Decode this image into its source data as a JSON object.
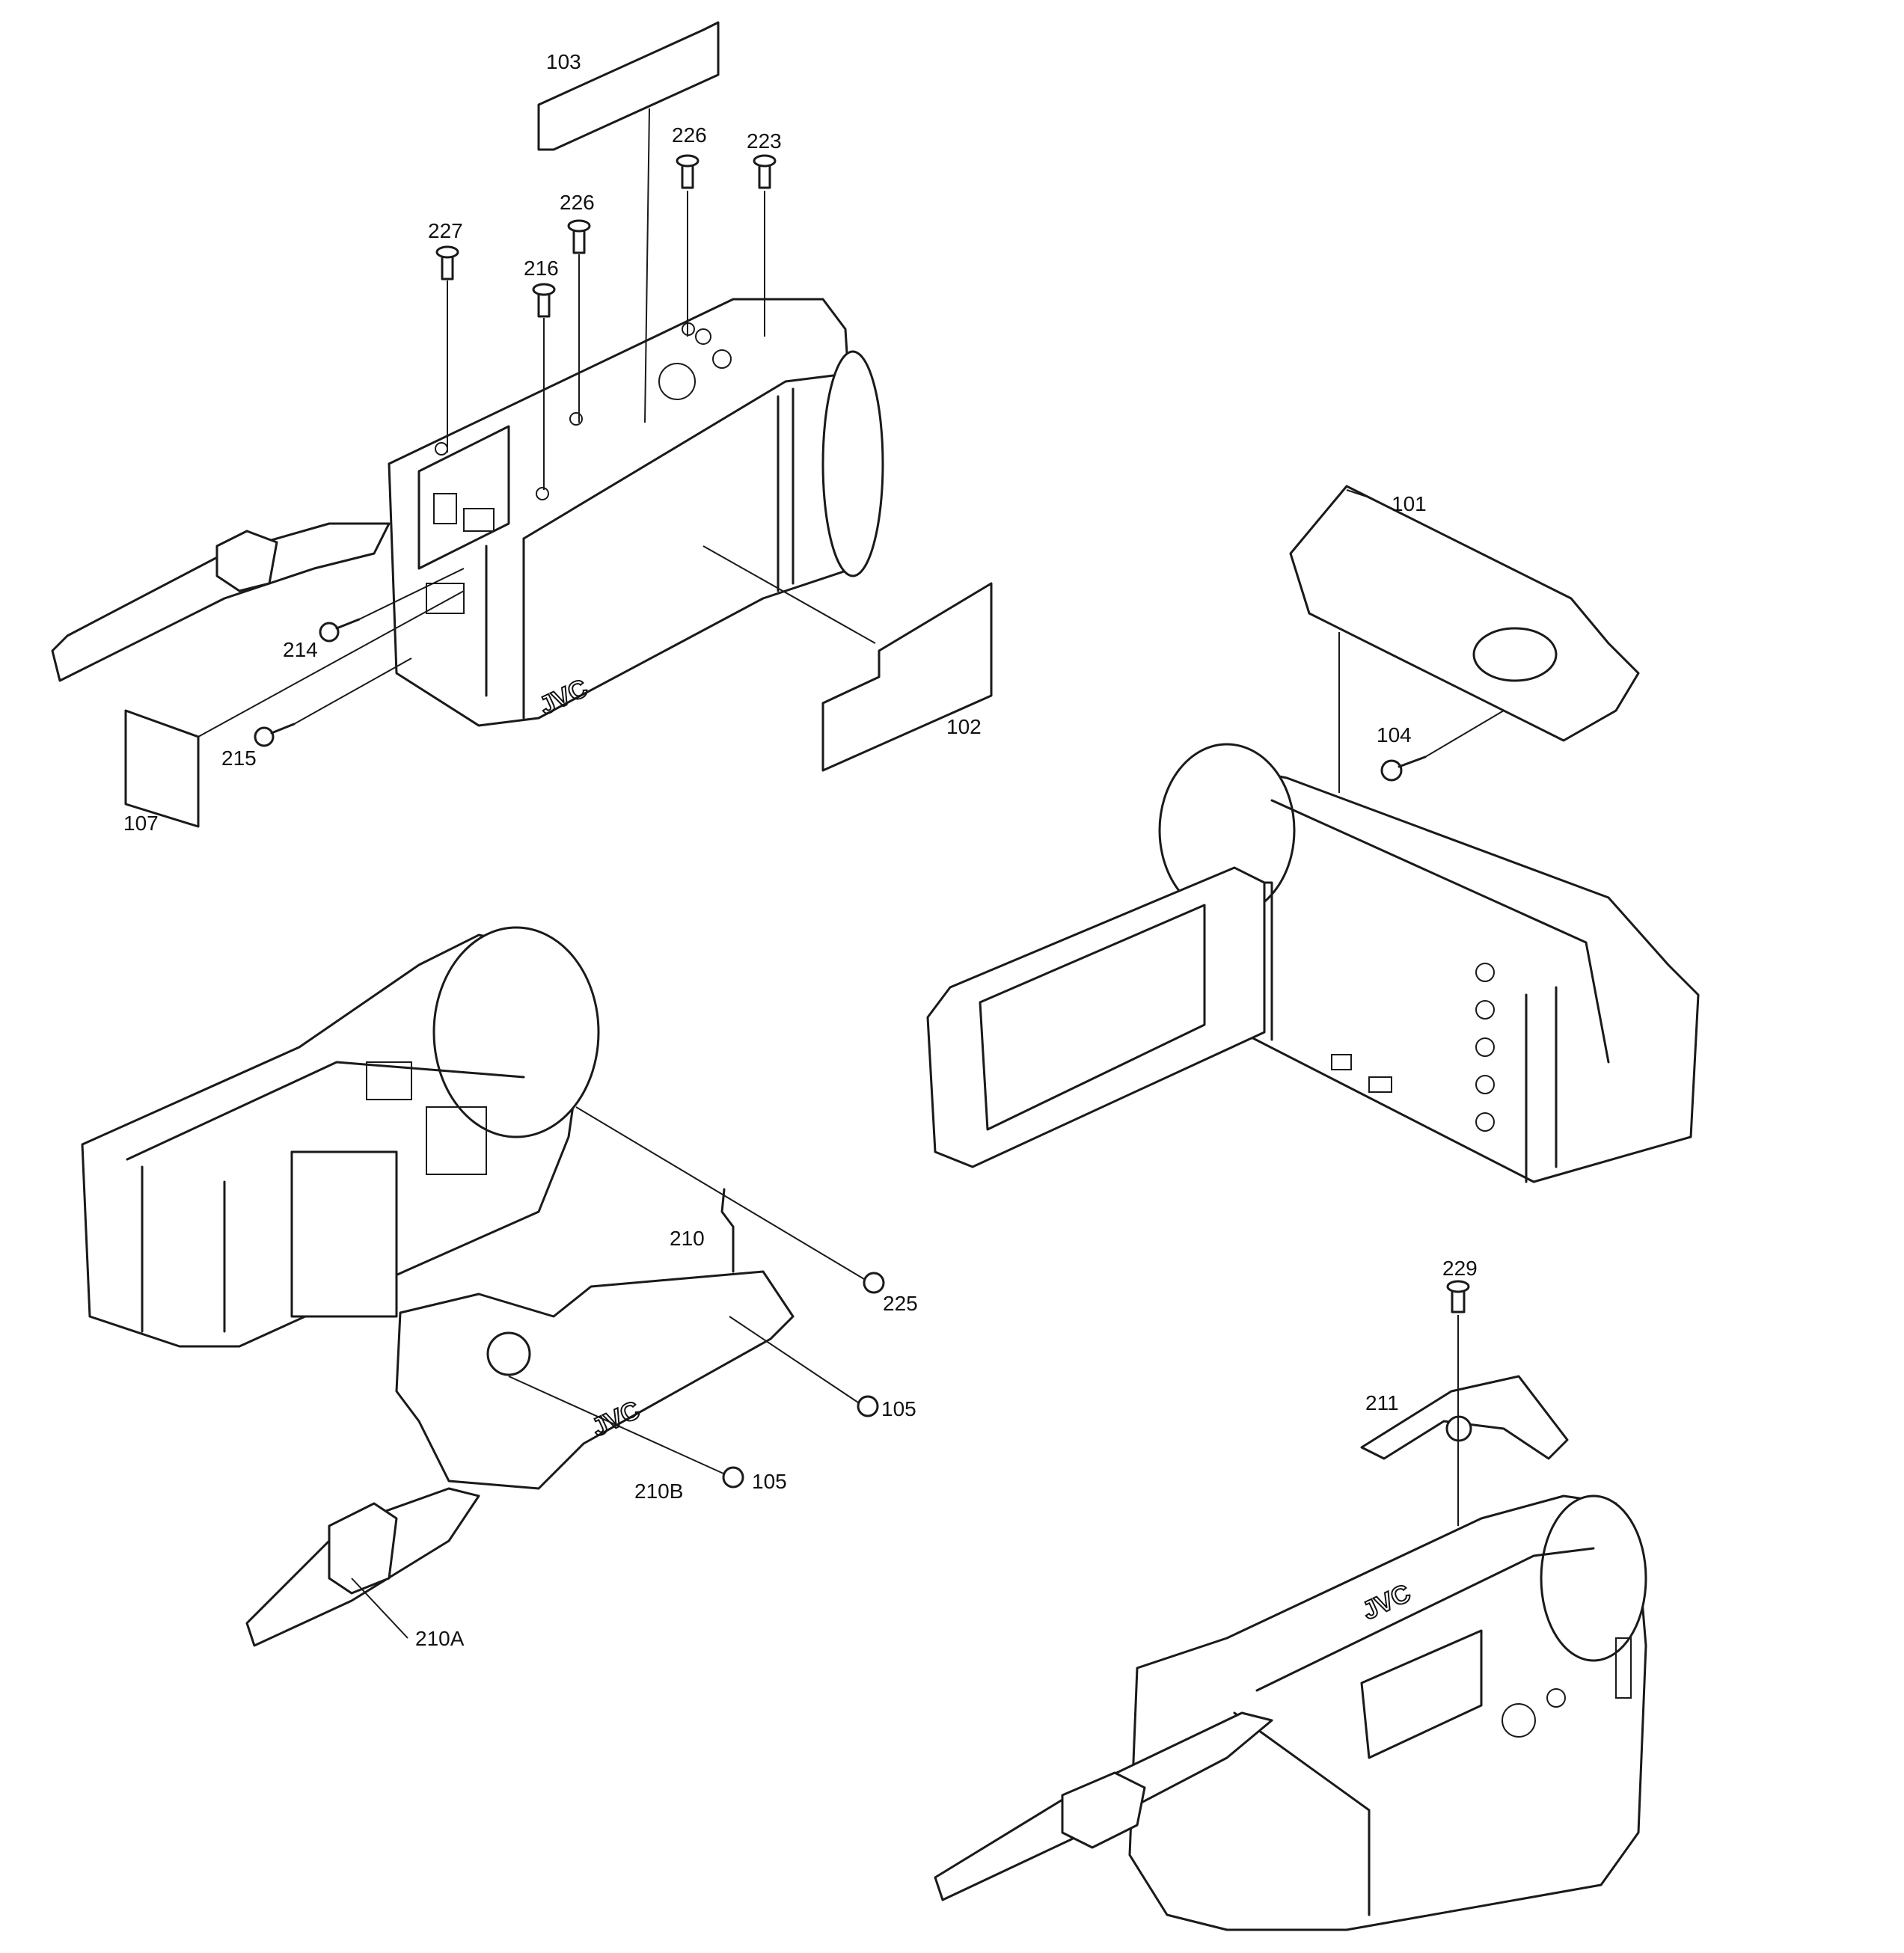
{
  "brand": "JVC",
  "part_labels": [
    "103",
    "226",
    "223",
    "226",
    "227",
    "216",
    "101",
    "214",
    "215",
    "102",
    "107",
    "104",
    "210",
    "225",
    "105",
    "105",
    "210B",
    "210A",
    "229",
    "211"
  ]
}
